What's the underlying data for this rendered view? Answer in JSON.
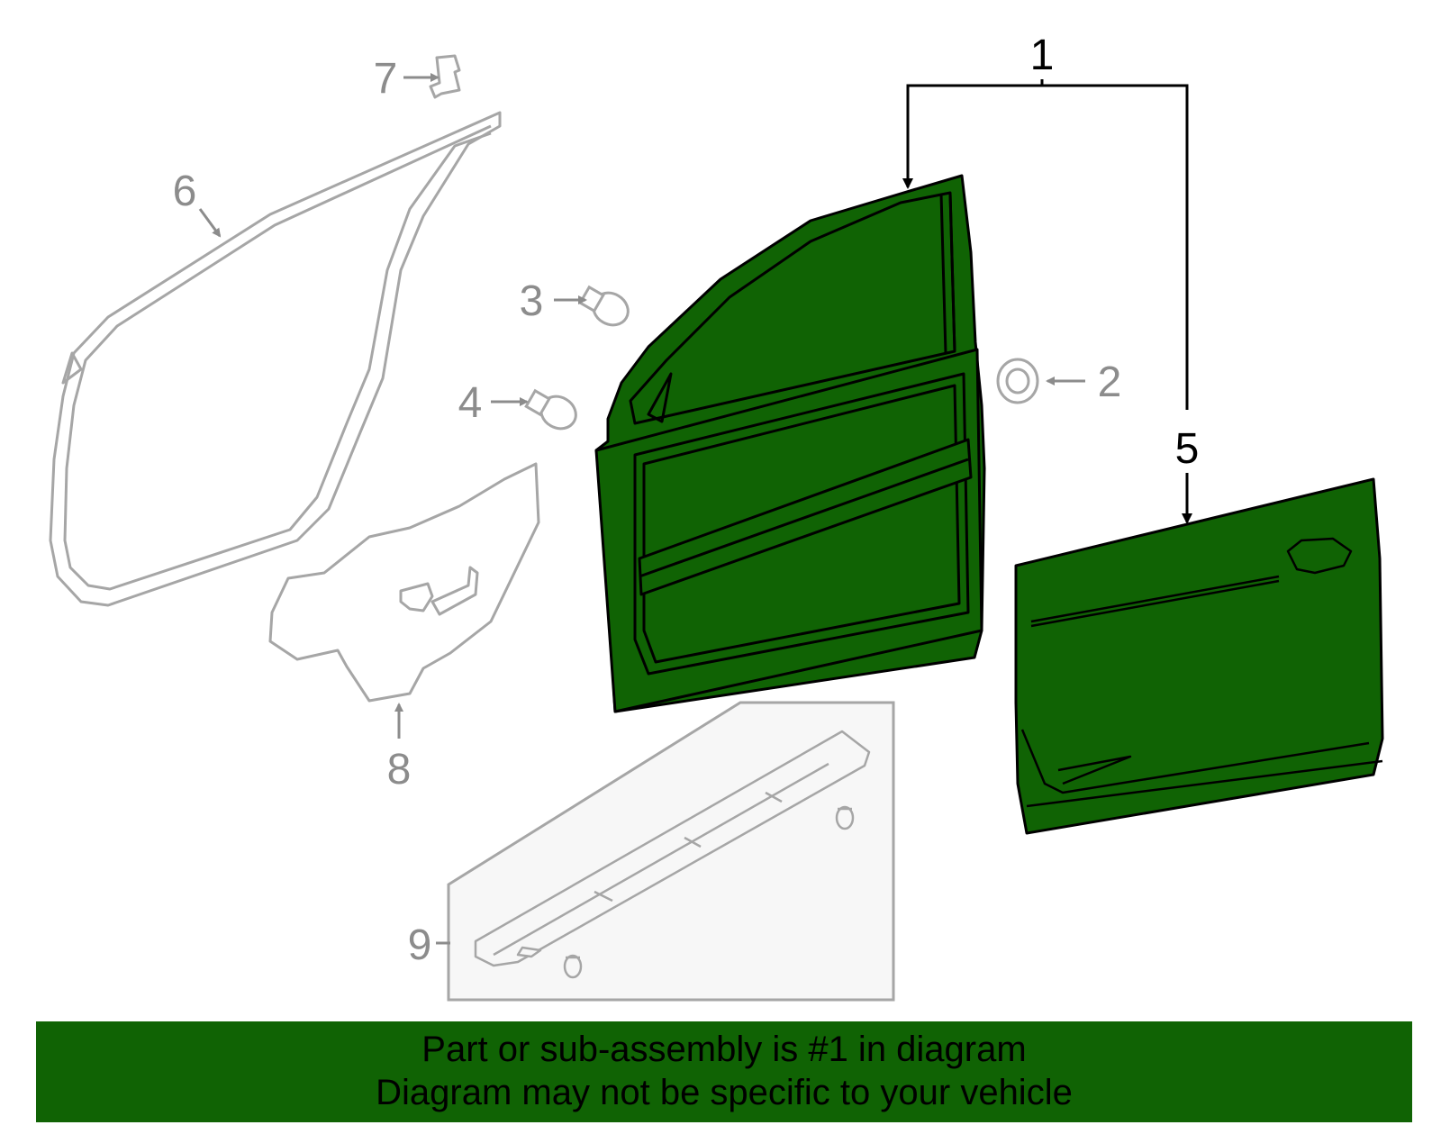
{
  "callouts": {
    "c1": "1",
    "c2": "2",
    "c3": "3",
    "c4": "4",
    "c5": "5",
    "c6": "6",
    "c7": "7",
    "c8": "8",
    "c9": "9"
  },
  "banner": {
    "line1": "Part or sub-assembly is #1 in diagram",
    "line2": "Diagram may not be specific to your vehicle"
  },
  "colors": {
    "highlight": "#106304",
    "ghost": "#a6a6a6",
    "banner_bg": "#106304"
  }
}
